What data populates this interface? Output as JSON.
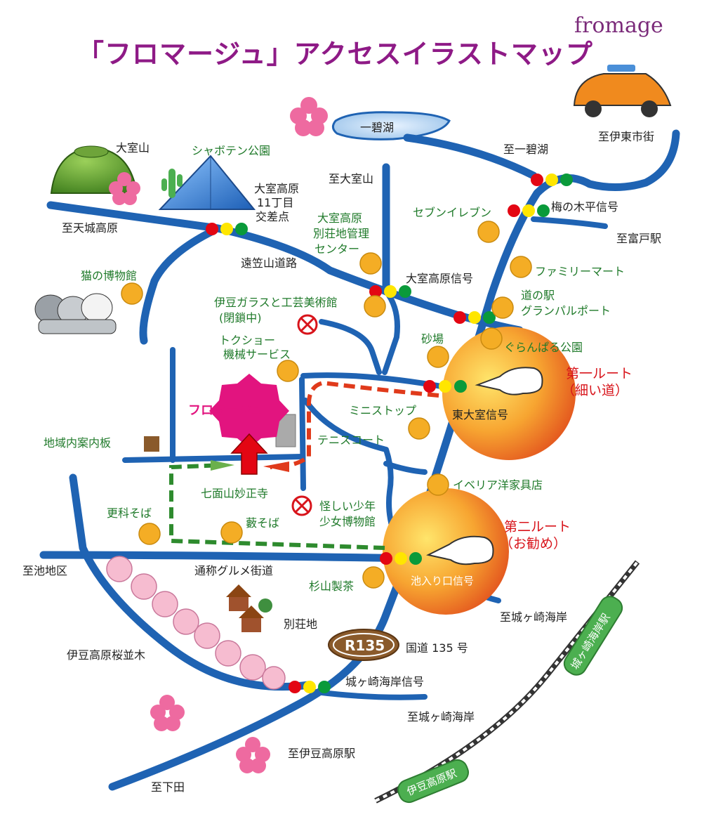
{
  "brand": "fromage",
  "title": "「フロマージュ」アクセスイラストマップ",
  "destination": "フロマージュ",
  "routes": {
    "route1": [
      "第一ルート",
      "（細い道）"
    ],
    "route2": [
      "第二ルート",
      "（お勧め）"
    ]
  },
  "road_badge": "R135",
  "stations": {
    "izu_kogen": "伊豆高原駅",
    "jogasaki": "城ヶ崎海岸駅"
  },
  "places": {
    "lake": "一碧湖",
    "omuroyama": "大室山",
    "saboten": "シャボテン公園",
    "omuro11": [
      "大室高原",
      "11丁目",
      "交差点"
    ],
    "to_amagi": "至天城高原",
    "to_ito": "至伊東市街",
    "to_ippeki": "至一碧湖",
    "to_omuro": "至大室山",
    "seven": "セブンイレブン",
    "umenoki": "梅の木平信号",
    "to_futo": "至富戸駅",
    "kanri": [
      "大室高原",
      "別荘地管理",
      "センター"
    ],
    "tokasa": "遠笠山道路",
    "neko": "猫の博物館",
    "omuro_sig": "大室高原信号",
    "family": "ファミリーマート",
    "michinoeki": [
      "道の駅",
      "グランパルポート"
    ],
    "izuglass": [
      "伊豆ガラスと工芸美術館",
      "(閉鎖中)"
    ],
    "sunaba": "砂場",
    "granpal_park": "ぐらんぱる公園",
    "tokushow": [
      "トクショー",
      "機械サービス"
    ],
    "higashi_sig": "東大室信号",
    "ministop": "ミニストップ",
    "tennis": "テニスコート",
    "annai": "地域内案内板",
    "myoshoji": "七面山妙正寺",
    "iberia": "イベリア洋家具店",
    "sarashina": "更科そば",
    "yabu": "藪そば",
    "ayashii": [
      "怪しい少年",
      "少女博物館"
    ],
    "to_ike": "至池地区",
    "gourmet": "通称グルメ街道",
    "sugiyama": "杉山製茶",
    "ikeiri_sig": "池入り口信号",
    "bessochi": "別荘地",
    "to_jogasaki1": "至城ヶ崎海岸",
    "sakura": "伊豆高原桜並木",
    "kokudo": "国道 135 号",
    "jogasaki_sig": "城ヶ崎海岸信号",
    "to_jogasaki2": "至城ヶ崎海岸",
    "to_izukogen": "至伊豆高原駅",
    "to_shimoda": "至下田"
  },
  "colors": {
    "road": "#1f63b3",
    "title": "#8e1a86",
    "route_red": "#e03a1b",
    "route_green": "#2e8b2e",
    "marker": "#f4ad25",
    "fromage": "#e2147f"
  }
}
